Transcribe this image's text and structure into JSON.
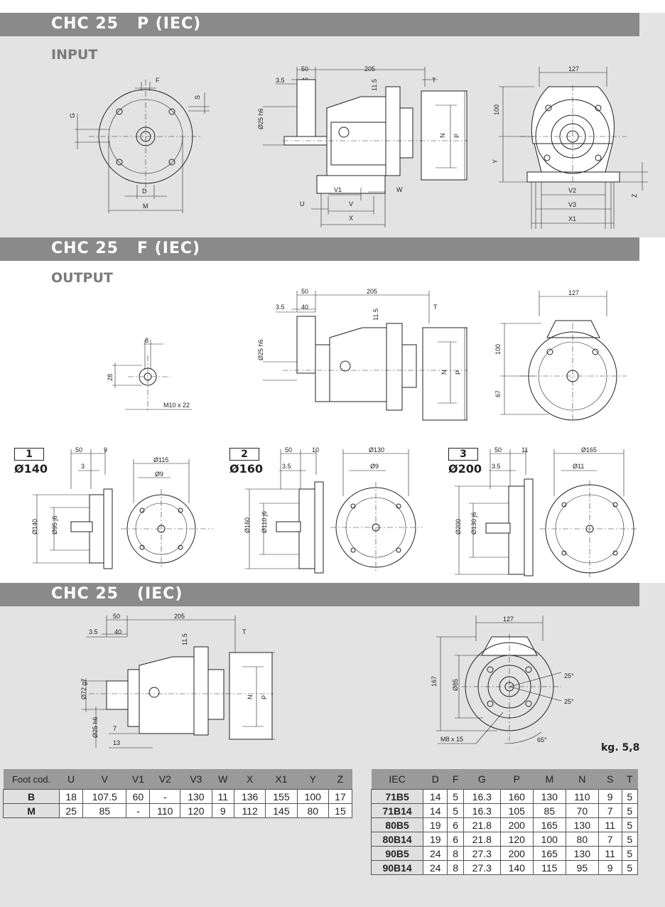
{
  "sections": {
    "input": {
      "title": "CHC 25   P (IEC)",
      "subtitle": "INPUT"
    },
    "output": {
      "title": "CHC 25   F (IEC)",
      "subtitle": "OUTPUT"
    },
    "iec": {
      "title": "CHC 25   (IEC)"
    }
  },
  "labels": {
    "d50": "50",
    "d205": "205",
    "d35": "3.5",
    "d40": "40",
    "d115": "11.5",
    "d127": "127",
    "d100": "100",
    "d67": "67",
    "d25h6": "Ø25 h6",
    "dT": "T",
    "dN": "N",
    "dP": "P",
    "dU": "U",
    "dV1": "V1",
    "dV": "V",
    "dW": "W",
    "dX": "X",
    "dY": "Y",
    "dZ": "Z",
    "dV2": "V2",
    "dV3": "V3",
    "dX1": "X1",
    "dF": "F",
    "dS": "S",
    "dG": "G",
    "dD": "D",
    "dM": "M",
    "d8": "8",
    "d28": "28",
    "m10": "M10 x 22",
    "d167": "167",
    "d85": "Ø85",
    "d72g7": "Ø72 g7",
    "d7": "7",
    "d13": "13",
    "m8": "M8 x 15",
    "a25a": "25°",
    "a25b": "25°",
    "a65": "65°"
  },
  "flanges": [
    {
      "num": "1",
      "dia": "Ø140",
      "top_a": "50",
      "top_b": "9",
      "d3": "3",
      "dout": "Ø115",
      "dhole": "Ø9",
      "dv": "Ø140",
      "dpilot": "Ø95 j6"
    },
    {
      "num": "2",
      "dia": "Ø160",
      "top_a": "50",
      "top_b": "10",
      "d3": "3.5",
      "dout": "Ø130",
      "dhole": "Ø9",
      "dv": "Ø160",
      "dpilot": "Ø110 j6"
    },
    {
      "num": "3",
      "dia": "Ø200",
      "top_a": "50",
      "top_b": "11",
      "d3": "3.5",
      "dout": "Ø165",
      "dhole": "Ø11",
      "dv": "Ø200",
      "dpilot": "Ø130 j6"
    }
  ],
  "weight": "kg. 5,8",
  "foot_table": {
    "headers": [
      "Foot cod.",
      "U",
      "V",
      "V1",
      "V2",
      "V3",
      "W",
      "X",
      "X1",
      "Y",
      "Z"
    ],
    "rows": [
      [
        "B",
        "18",
        "107.5",
        "60",
        "-",
        "130",
        "11",
        "136",
        "155",
        "100",
        "17"
      ],
      [
        "M",
        "25",
        "85",
        "-",
        "110",
        "120",
        "9",
        "112",
        "145",
        "80",
        "15"
      ]
    ]
  },
  "iec_table": {
    "headers": [
      "IEC",
      "D",
      "F",
      "G",
      "P",
      "M",
      "N",
      "S",
      "T"
    ],
    "rows": [
      [
        "71B5",
        "14",
        "5",
        "16.3",
        "160",
        "130",
        "110",
        "9",
        "5"
      ],
      [
        "71B14",
        "14",
        "5",
        "16.3",
        "105",
        "85",
        "70",
        "7",
        "5"
      ],
      [
        "80B5",
        "19",
        "6",
        "21.8",
        "200",
        "165",
        "130",
        "11",
        "5"
      ],
      [
        "80B14",
        "19",
        "6",
        "21.8",
        "120",
        "100",
        "80",
        "7",
        "5"
      ],
      [
        "90B5",
        "24",
        "8",
        "27.3",
        "200",
        "165",
        "130",
        "11",
        "5"
      ],
      [
        "90B14",
        "24",
        "8",
        "27.3",
        "140",
        "115",
        "95",
        "9",
        "5"
      ]
    ]
  }
}
